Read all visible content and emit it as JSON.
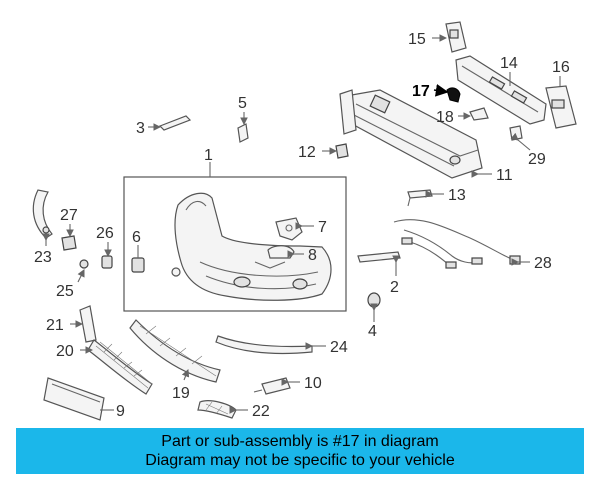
{
  "callouts": {
    "c1": "1",
    "c2": "2",
    "c3": "3",
    "c4": "4",
    "c5": "5",
    "c6": "6",
    "c7": "7",
    "c8": "8",
    "c9": "9",
    "c10": "10",
    "c11": "11",
    "c12": "12",
    "c13": "13",
    "c14": "14",
    "c15": "15",
    "c16": "16",
    "c17": "17",
    "c18": "18",
    "c19": "19",
    "c20": "20",
    "c21": "21",
    "c22": "22",
    "c23": "23",
    "c24": "24",
    "c25": "25",
    "c26": "26",
    "c27": "27",
    "c28": "28",
    "c29": "29"
  },
  "highlighted_part": "17",
  "colors": {
    "banner": "#1bb7ea",
    "highlight": "#000000"
  },
  "banner": {
    "line1": "Part or sub-assembly is #17 in diagram",
    "line2": "Diagram may not be specific to your vehicle"
  }
}
